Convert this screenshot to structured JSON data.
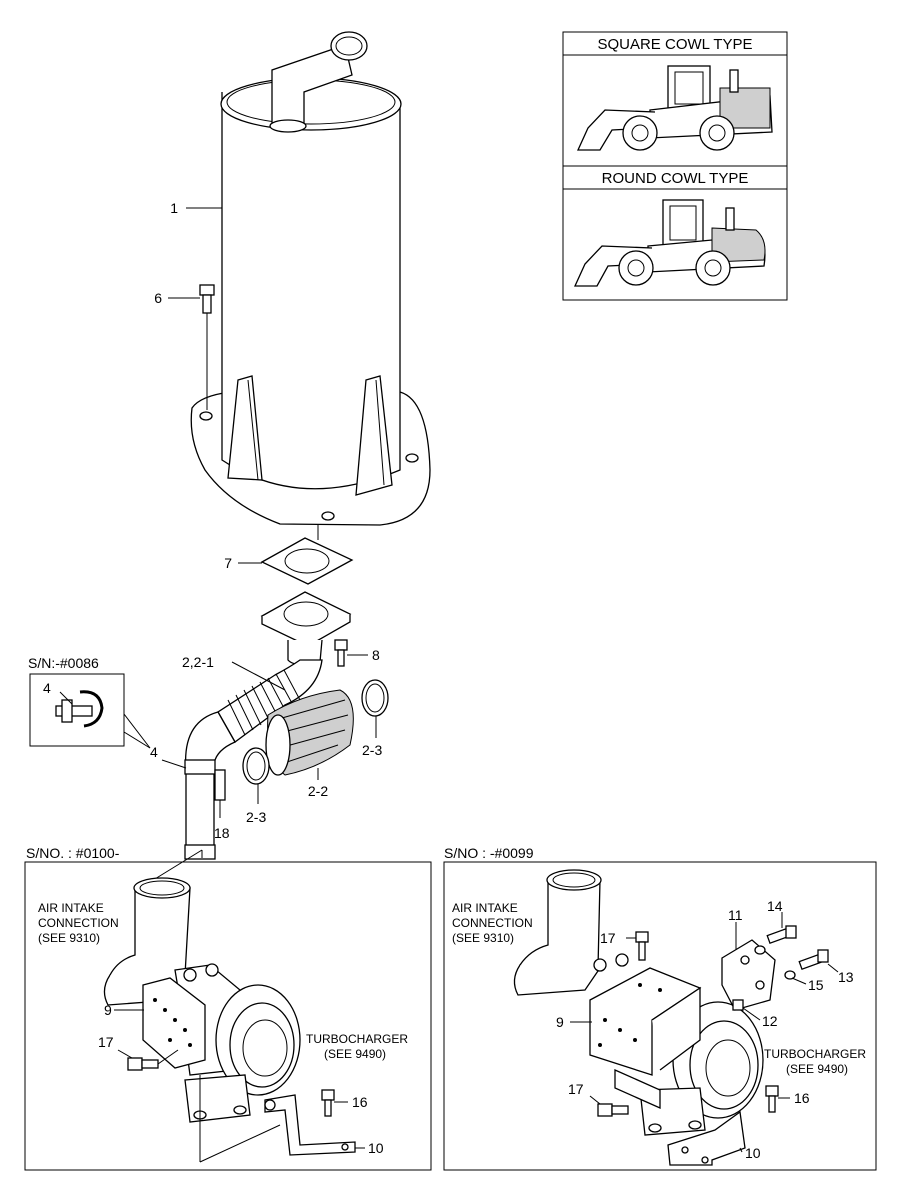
{
  "insets": {
    "square_cowl": "SQUARE COWL TYPE",
    "round_cowl": "ROUND COWL TYPE"
  },
  "callouts": {
    "p1": "1",
    "p6": "6",
    "p7": "7",
    "p8": "8",
    "p2": "2,2-1",
    "p2_2": "2-2",
    "p2_3a": "2-3",
    "p2_3b": "2-3",
    "p4a": "4",
    "p4b": "4",
    "p18": "18"
  },
  "serial_top": "S/N:-#0086",
  "left_panel": {
    "serial": "S/NO. : #0100-",
    "air_intake_1": "AIR INTAKE",
    "air_intake_2": "CONNECTION",
    "air_intake_3": "(SEE 9310)",
    "turbo_1": "TURBOCHARGER",
    "turbo_2": "(SEE 9490)",
    "c9": "9",
    "c17": "17",
    "c16": "16",
    "c10": "10"
  },
  "right_panel": {
    "serial": "S/NO : -#0099",
    "air_intake_1": "AIR INTAKE",
    "air_intake_2": "CONNECTION",
    "air_intake_3": "(SEE 9310)",
    "turbo_1": "TURBOCHARGER",
    "turbo_2": "(SEE 9490)",
    "c11": "11",
    "c14": "14",
    "c17a": "17",
    "c13": "13",
    "c15": "15",
    "c9": "9",
    "c12": "12",
    "c17b": "17",
    "c16": "16",
    "c10": "10"
  }
}
